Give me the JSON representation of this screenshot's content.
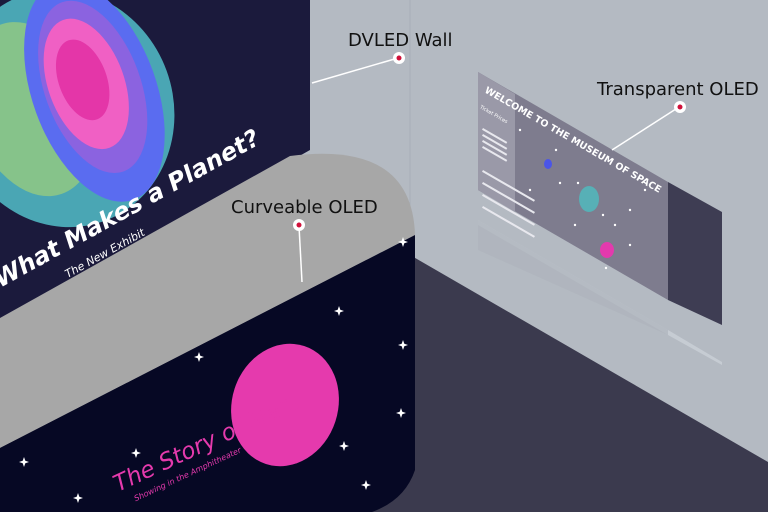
{
  "labels": {
    "dvled": "DVLED Wall",
    "transparent": "Transparent OLED",
    "curveable": "Curveable OLED"
  },
  "dvled_screen": {
    "title": "What Makes a Planet?",
    "subtitle": "The New Exhibit"
  },
  "curveable_screen": {
    "title": "The Story of Mars",
    "subtitle": "Showing in the Amphitheater"
  },
  "transparent_screen": {
    "title": "WELCOME TO THE MUSEUM OF SPACE",
    "section": "Ticket Prices"
  },
  "colors": {
    "wall": "#b4bac2",
    "floor": "#3b3a4e",
    "dvled": "#1b1a3c",
    "kiosk_top": "#a7a7a7",
    "kiosk_front": "#060824",
    "mars": "#e53aad",
    "marker": "#d0103a"
  }
}
